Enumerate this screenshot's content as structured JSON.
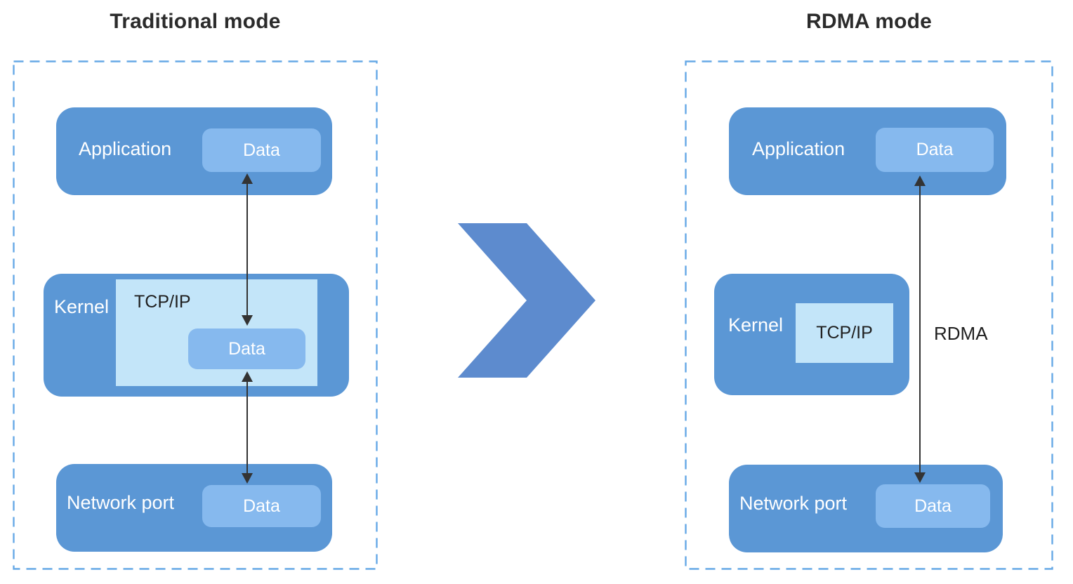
{
  "colors": {
    "box-blue": "#5b97d5",
    "chip-blue": "#86b9ee",
    "pale-blue": "#c3e5f9",
    "dash-blue": "#66a9e6",
    "arrow-dark": "#333333",
    "title-dark": "#2b2b2b",
    "chevron-blue": "#5d8bce"
  },
  "traditional": {
    "title": "Traditional mode",
    "application": {
      "label": "Application",
      "data_label": "Data"
    },
    "kernel": {
      "label": "Kernel",
      "tcpip_label": "TCP/IP",
      "data_label": "Data"
    },
    "network_port": {
      "label": "Network port",
      "data_label": "Data"
    }
  },
  "rdma": {
    "title": "RDMA mode",
    "application": {
      "label": "Application",
      "data_label": "Data"
    },
    "kernel": {
      "label": "Kernel",
      "tcpip_label": "TCP/IP"
    },
    "network_port": {
      "label": "Network port",
      "data_label": "Data"
    },
    "bypass_arrow_label": "RDMA"
  }
}
